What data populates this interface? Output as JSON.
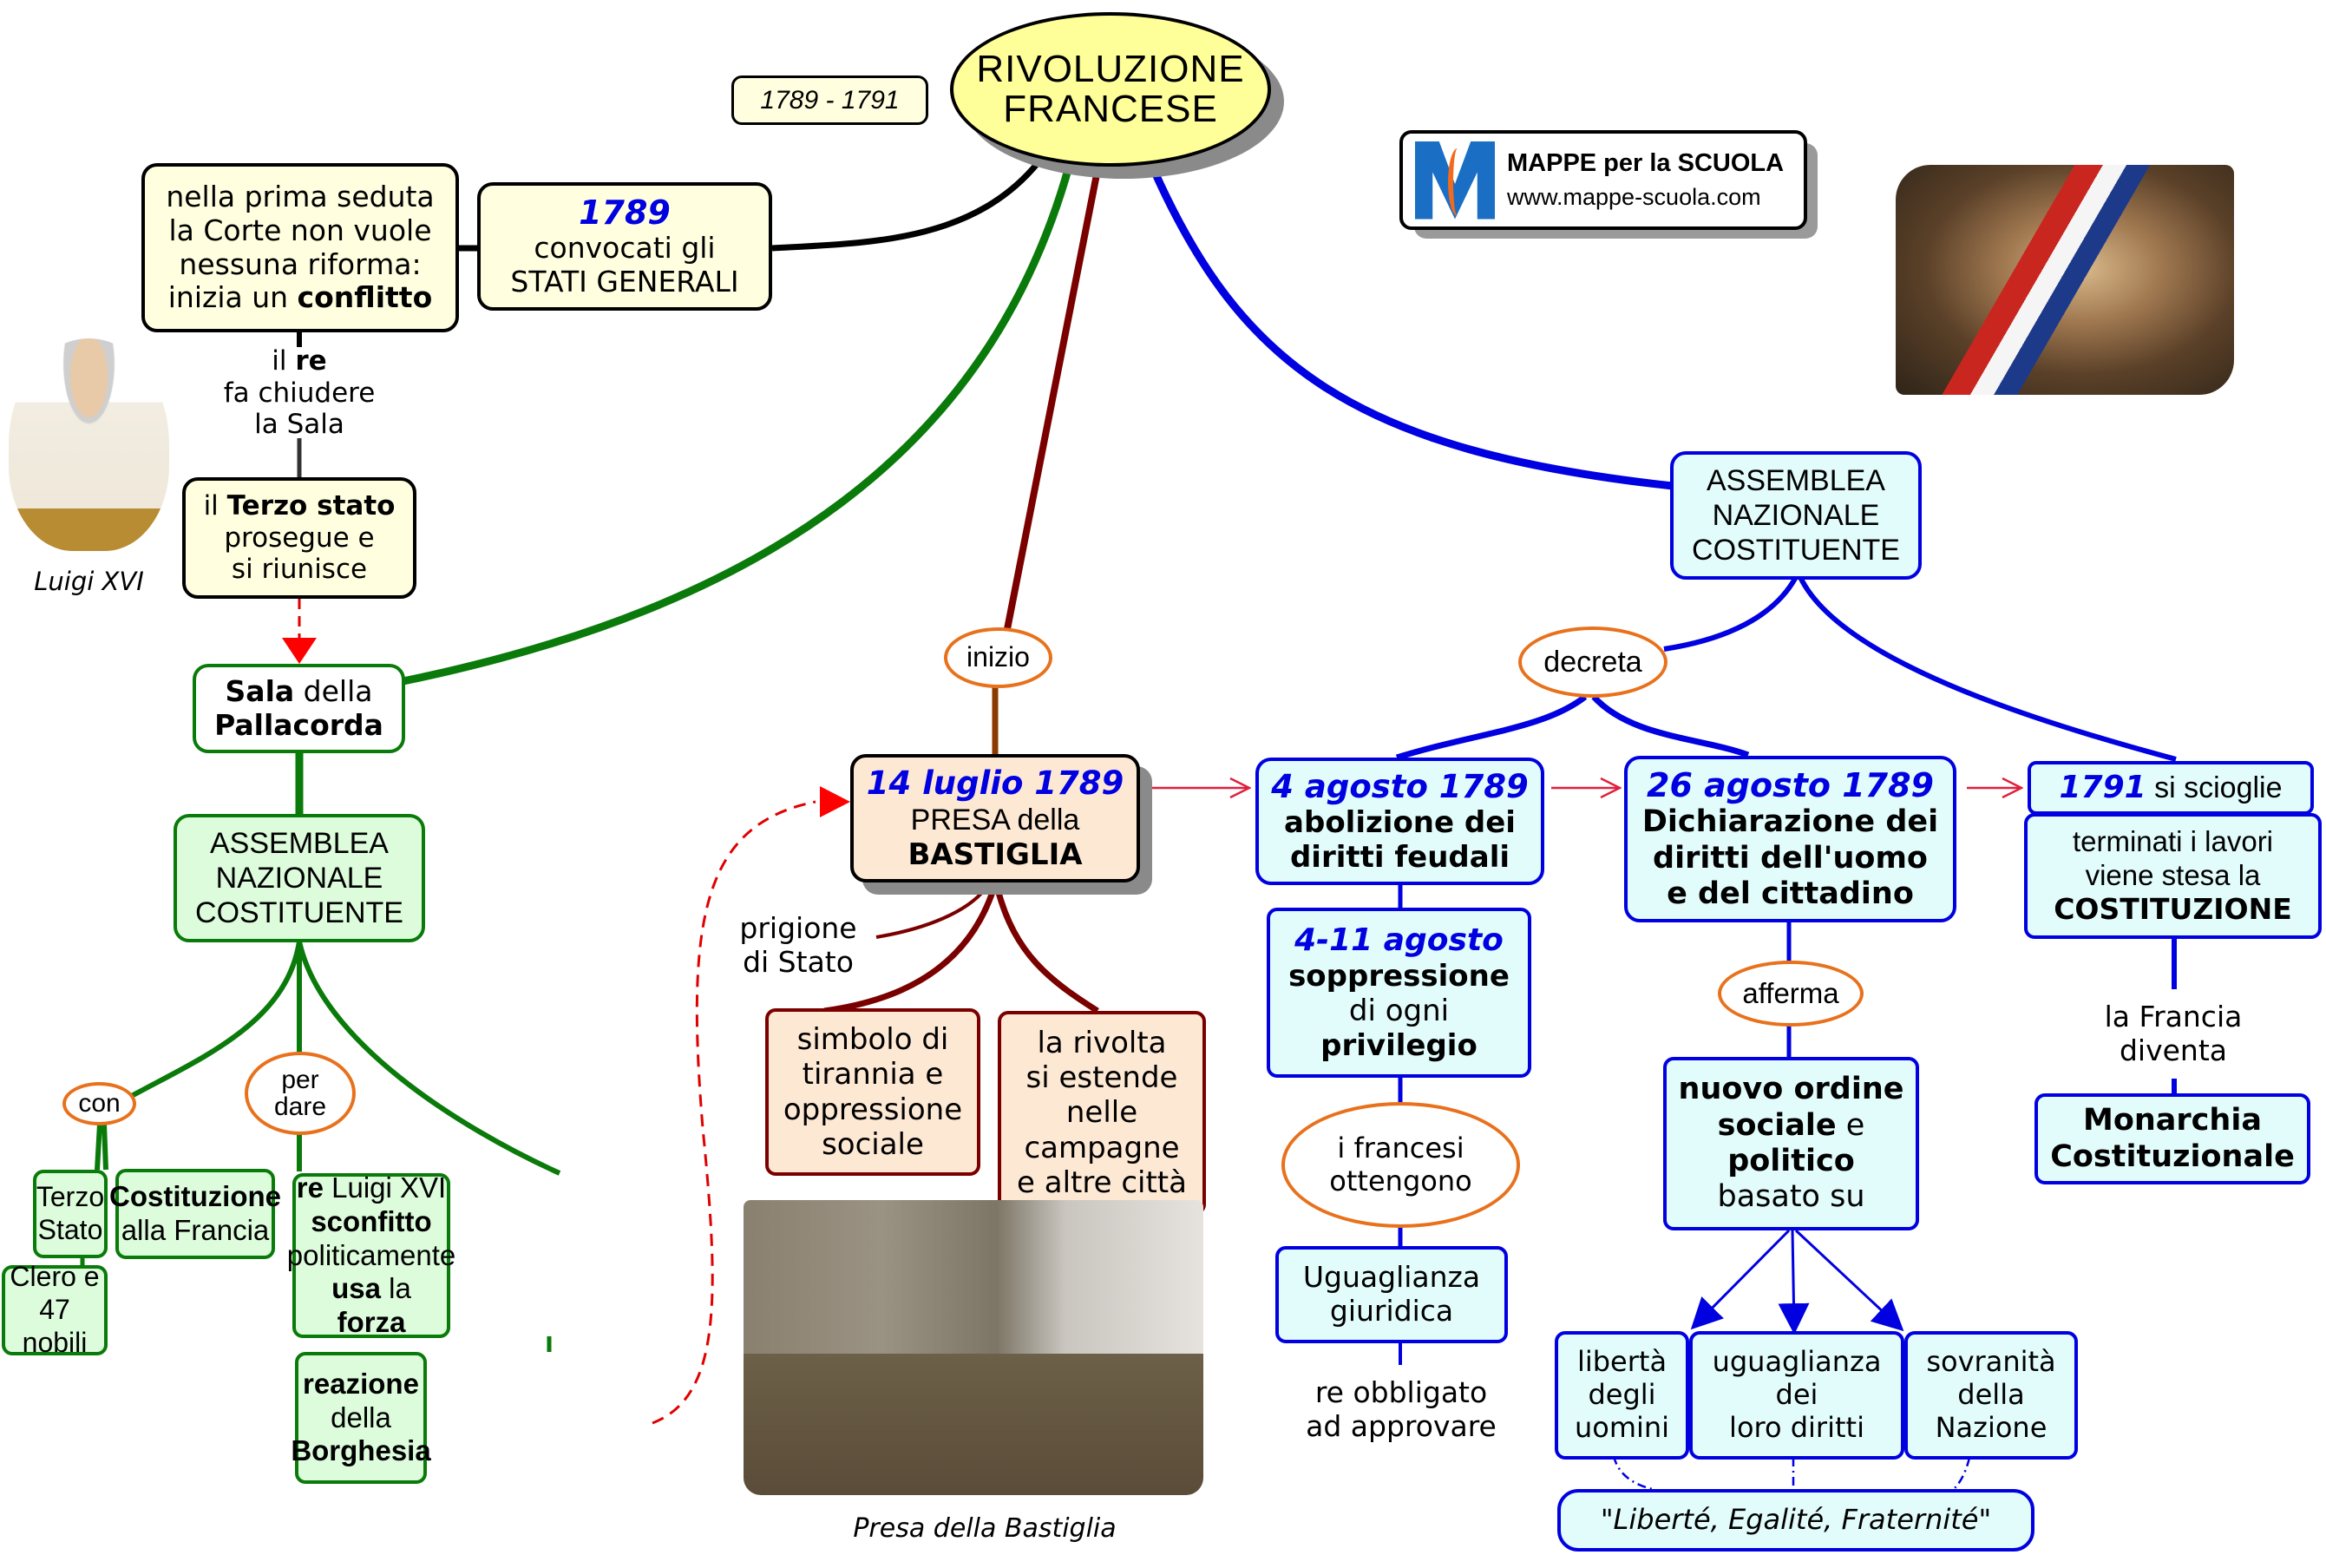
{
  "title": {
    "line1": "RIVOLUZIONE",
    "line2": "FRANCESE"
  },
  "period": "1789 - 1791",
  "brand": {
    "name": "MAPPE per la SCUOLA",
    "url": "www.mappe-scuola.com",
    "logo": "M"
  },
  "colors": {
    "green_branch": "#0a7a0a",
    "maroon_branch": "#7a0000",
    "blue_branch": "#0000e0",
    "black_branch": "#000000",
    "dashed_arrow": "#e00000",
    "link_oval": "#e8711c"
  },
  "left": {
    "stati_generali": {
      "date": "1789",
      "line1": "convocati gli",
      "line2": "STATI GENERALI"
    },
    "prima_seduta": {
      "l1": "nella prima seduta",
      "l2": "la Corte non vuole",
      "l3": "nessuna riforma:",
      "l4a": "inizia un ",
      "l4b": "conflitto"
    },
    "re_chiude": {
      "l1a": "il ",
      "l1b": "re",
      "l2": "fa chiudere",
      "l3": "la Sala"
    },
    "terzo_stato": {
      "l1a": "il ",
      "l1b": "Terzo stato",
      "l2": "prosegue e",
      "l3": "si riunisce"
    },
    "portrait_caption": "Luigi XVI",
    "pallacorda": {
      "l1a": "Sala",
      "l1b": " della",
      "l2": "Pallacorda"
    },
    "assemblea": {
      "l1": "ASSEMBLEA",
      "l2": "NAZIONALE",
      "l3": "COSTITUENTE"
    },
    "con": "con",
    "per_dare": {
      "l1": "per",
      "l2": "dare"
    },
    "terzo_stato_box": {
      "l1": "Terzo",
      "l2": "Stato"
    },
    "clero": {
      "l1": "Clero e",
      "l2": "47 nobili"
    },
    "costituzione": {
      "l1": "Costituzione",
      "l2": "alla Francia"
    },
    "re_luigi": {
      "l1a": "re",
      "l1b": " Luigi XVI",
      "l2": "sconfitto",
      "l3": "politicamente",
      "l4a": "usa",
      "l4b": " la ",
      "l4c": "forza"
    },
    "borghesia": {
      "l1": "reazione",
      "l2": "della",
      "l3": "Borghesia"
    }
  },
  "center": {
    "inizio": "inizio",
    "bastiglia": {
      "date": "14 luglio 1789",
      "l2": "PRESA della",
      "l3": "BASTIGLIA"
    },
    "prigione": {
      "l1": "prigione",
      "l2": "di Stato"
    },
    "simbolo": {
      "l1": "simbolo di",
      "l2": "tirannia e",
      "l3": "oppressione",
      "l4": "sociale"
    },
    "rivolta": {
      "l1": "la rivolta",
      "l2": "si estende",
      "l3": "nelle",
      "l4": "campagne",
      "l5": "e altre città"
    },
    "picture_caption": "Presa della Bastiglia"
  },
  "right": {
    "assemblea": {
      "l1": "ASSEMBLEA",
      "l2": "NAZIONALE",
      "l3": "COSTITUENTE"
    },
    "decreta": "decreta",
    "agosto4": {
      "date": "4 agosto 1789",
      "l2": "abolizione dei",
      "l3": "diritti feudali"
    },
    "agosto4_11": {
      "date": "4-11 agosto",
      "l2": "soppressione",
      "l3": "di ogni",
      "l4": "privilegio"
    },
    "francesi": {
      "l1": "i francesi",
      "l2": "ottengono"
    },
    "uguaglianza_giuridica": {
      "l1": "Uguaglianza",
      "l2": "giuridica"
    },
    "re_obbligato": {
      "l1": "re obbligato",
      "l2": "ad approvare"
    },
    "agosto26": {
      "date": "26 agosto 1789",
      "l2": "Dichiarazione dei",
      "l3": "diritti dell'uomo",
      "l4": "e del cittadino"
    },
    "afferma": "afferma",
    "nuovo_ordine": {
      "l1": "nuovo ordine",
      "l2a": "sociale",
      "l2b": " e",
      "l3": "politico",
      "l4": "basato su"
    },
    "liberta": {
      "l1": "libertà",
      "l2": "degli",
      "l3": "uomini"
    },
    "uguaglianza": {
      "l1": "uguaglianza",
      "l2": "dei",
      "l3": "loro diritti"
    },
    "sovranita": {
      "l1": "sovranità",
      "l2": "della",
      "l3": "Nazione"
    },
    "motto": "\"Liberté, Egalité, Fraternité\"",
    "scioglie": {
      "date": "1791",
      "l2": " si scioglie"
    },
    "terminati": {
      "l1": "terminati i lavori",
      "l2": "viene stesa la",
      "l3": "COSTITUZIONE"
    },
    "francia_diventa": {
      "l1": "la Francia",
      "l2": "diventa"
    },
    "monarchia": {
      "l1": "Monarchia",
      "l2": "Costituzionale"
    }
  }
}
